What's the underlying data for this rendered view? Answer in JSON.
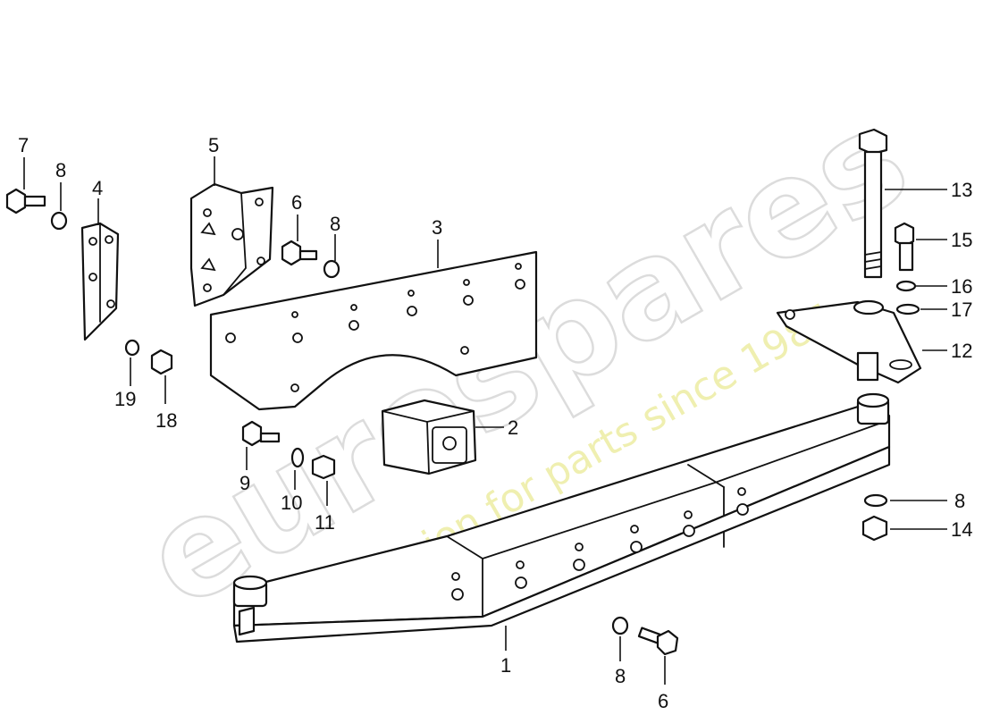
{
  "watermark": {
    "brand": "eurospares",
    "tagline": "a passion for parts since 1985",
    "brand_color": "#dcdcdc",
    "tagline_color": "#efefb0"
  },
  "callouts": [
    {
      "id": "c7a",
      "label": "7"
    },
    {
      "id": "c8a",
      "label": "8"
    },
    {
      "id": "c4",
      "label": "4"
    },
    {
      "id": "c5",
      "label": "5"
    },
    {
      "id": "c6a",
      "label": "6"
    },
    {
      "id": "c8b",
      "label": "8"
    },
    {
      "id": "c3",
      "label": "3"
    },
    {
      "id": "c13",
      "label": "13"
    },
    {
      "id": "c15",
      "label": "15"
    },
    {
      "id": "c16",
      "label": "16"
    },
    {
      "id": "c17",
      "label": "17"
    },
    {
      "id": "c12",
      "label": "12"
    },
    {
      "id": "c19",
      "label": "19"
    },
    {
      "id": "c18",
      "label": "18"
    },
    {
      "id": "c2",
      "label": "2"
    },
    {
      "id": "c9",
      "label": "9"
    },
    {
      "id": "c10",
      "label": "10"
    },
    {
      "id": "c11",
      "label": "11"
    },
    {
      "id": "c8c",
      "label": "8"
    },
    {
      "id": "c14",
      "label": "14"
    },
    {
      "id": "c1",
      "label": "1"
    },
    {
      "id": "c8d",
      "label": "8"
    },
    {
      "id": "c6b",
      "label": "6"
    }
  ]
}
